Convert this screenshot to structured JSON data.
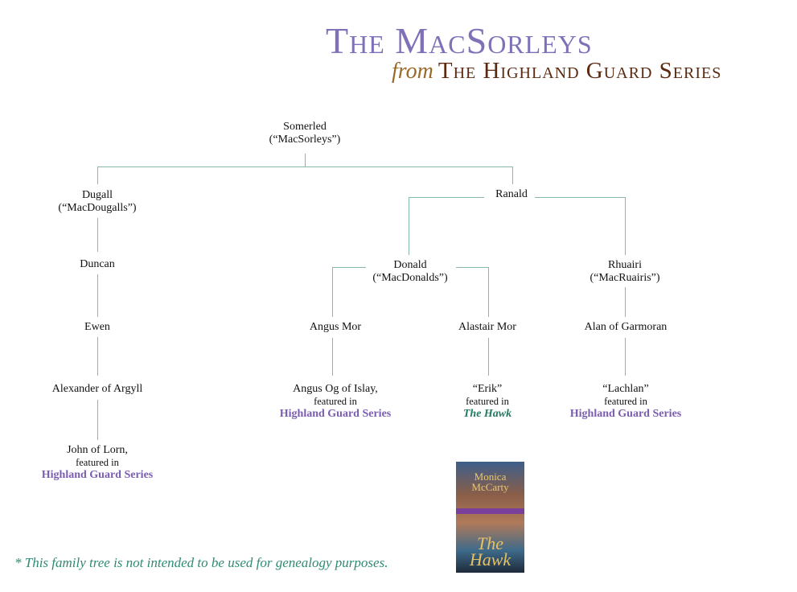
{
  "title": "The MacSorleys",
  "subtitle": {
    "from": "from",
    "series": "The Highland Guard Series"
  },
  "people": {
    "somerled": {
      "name": "Somerled",
      "clan": "(“MacSorleys”)"
    },
    "dugall": {
      "name": "Dugall",
      "clan": "(“MacDougalls”)"
    },
    "duncan": {
      "name": "Duncan"
    },
    "ewen": {
      "name": "Ewen"
    },
    "alexander": {
      "name": "Alexander of Argyll"
    },
    "john": {
      "name": "John of Lorn,",
      "featured": "featured in",
      "book": "Highland Guard Series"
    },
    "ranald": {
      "name": "Ranald"
    },
    "donald": {
      "name": "Donald",
      "clan": "(“MacDonalds”)"
    },
    "rhuairi": {
      "name": "Rhuairi",
      "clan": "(“MacRuairis”)"
    },
    "angus_mor": {
      "name": "Angus Mor"
    },
    "alastair": {
      "name": "Alastair Mor"
    },
    "alan": {
      "name": "Alan of Garmoran"
    },
    "angus_og": {
      "name": "Angus Og of Islay,",
      "featured": "featured in",
      "book": "Highland Guard Series"
    },
    "erik": {
      "name": "“Erik”",
      "featured": "featured in",
      "book": "The Hawk"
    },
    "lachlan": {
      "name": "“Lachlan”",
      "featured": "featured in",
      "book": "Highland Guard Series"
    }
  },
  "cover": {
    "author": "Monica McCarty",
    "title": "The Hawk"
  },
  "footnote": "* This family tree is not intended to be used for genealogy purposes.",
  "colors": {
    "title": "#8070b8",
    "series": "#5a2a10",
    "lines": "#86b8ab",
    "footnote": "#2e8a74",
    "link": "#7a5cb0"
  }
}
